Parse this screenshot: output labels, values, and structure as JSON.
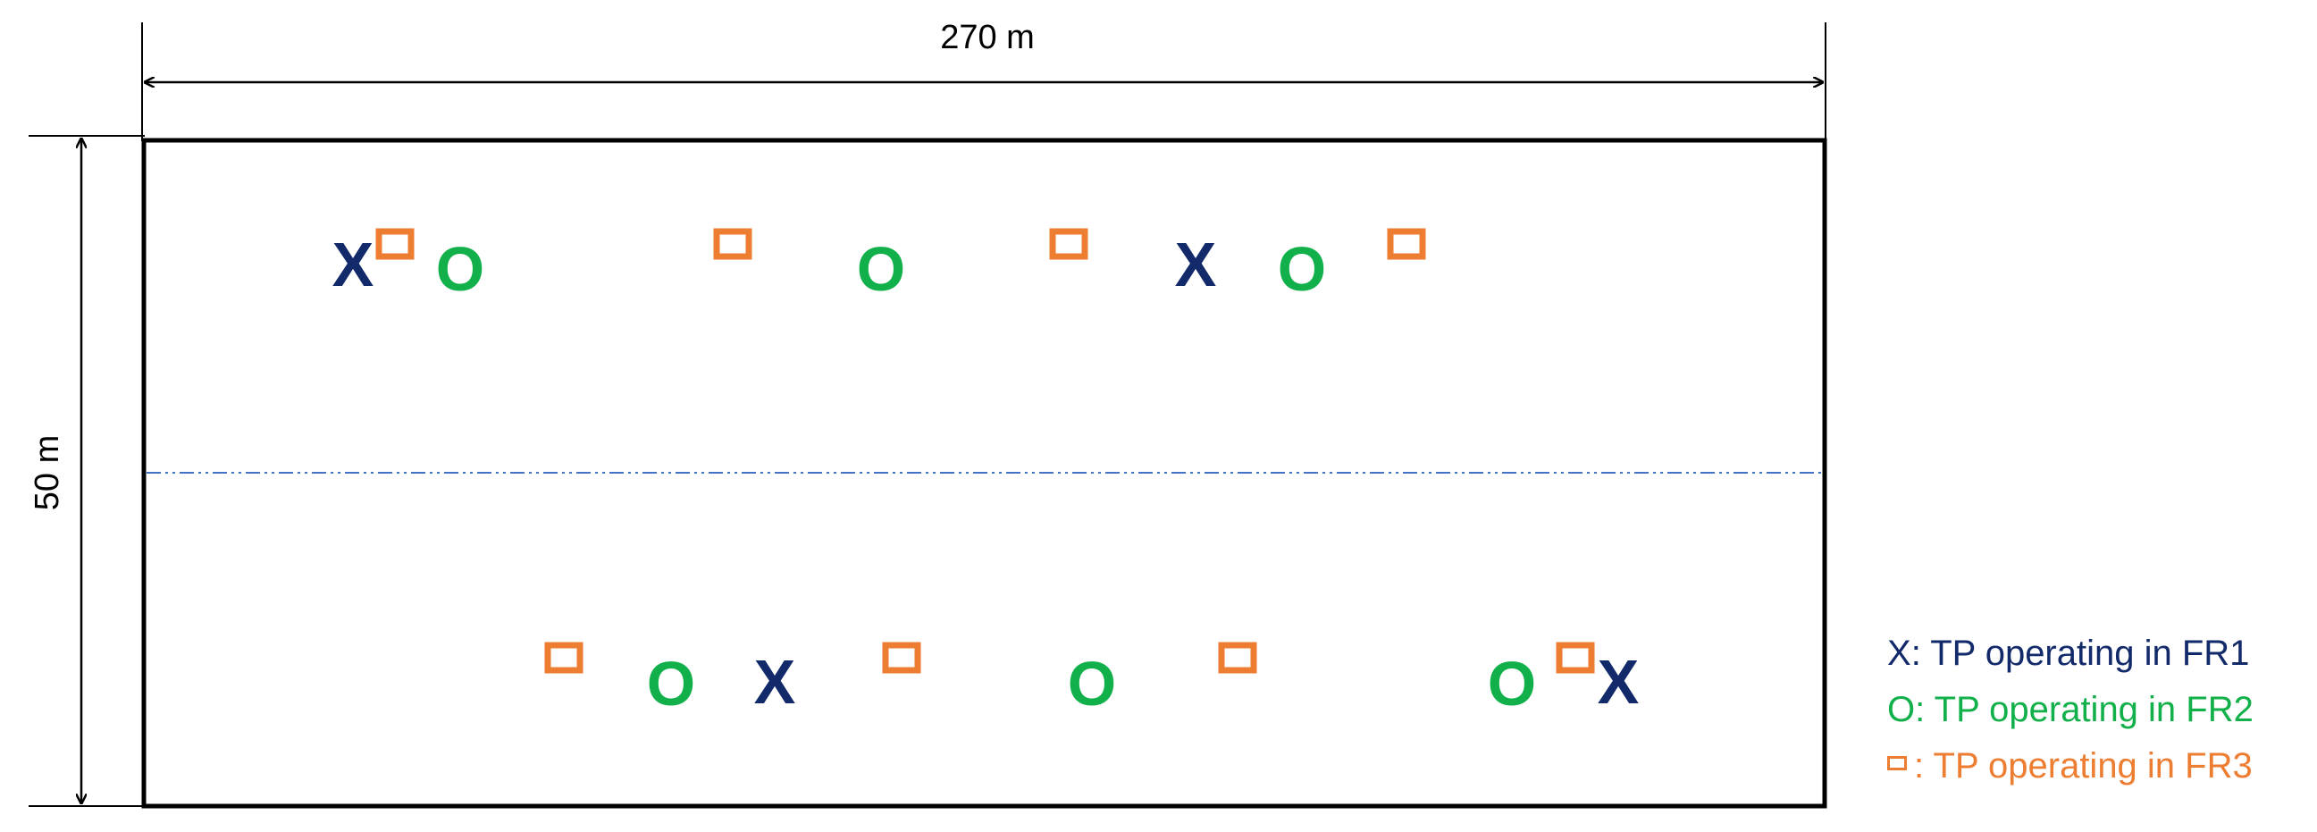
{
  "colors": {
    "fr1": "#12296A",
    "fr2": "#12B04A",
    "fr3": "#ED7D31",
    "centerline": "#4472C4",
    "frame": "#000000"
  },
  "dimensions": {
    "width_label": "270 m",
    "height_label": "50 m"
  },
  "markers": {
    "fr1_glyph": "X",
    "fr2_glyph": "O"
  },
  "legend": {
    "fr1": {
      "symbol": "X",
      "text": ": TP operating in FR1"
    },
    "fr2": {
      "symbol": "O",
      "text": ": TP operating in FR2"
    },
    "fr3": {
      "symbol_icon": "square-icon",
      "text": " : TP operating in FR3"
    }
  }
}
